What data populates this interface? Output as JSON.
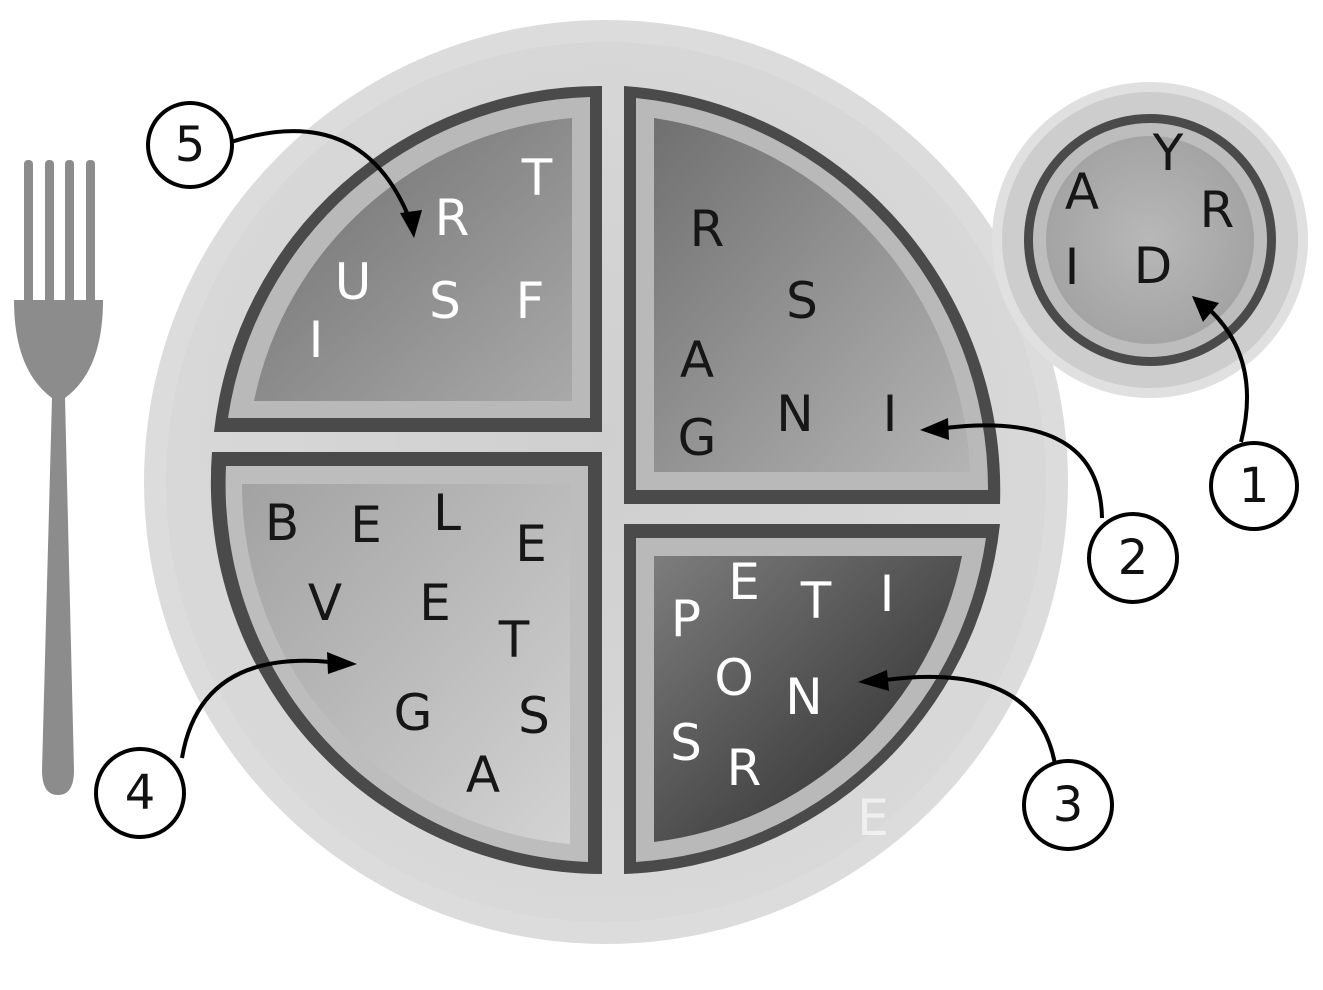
{
  "diagram": {
    "callouts": [
      {
        "id": 1,
        "label": "1"
      },
      {
        "id": 2,
        "label": "2"
      },
      {
        "id": 3,
        "label": "3"
      },
      {
        "id": 4,
        "label": "4"
      },
      {
        "id": 5,
        "label": "5"
      }
    ],
    "sections": {
      "dairy": {
        "letters": [
          "Y",
          "A",
          "R",
          "I",
          "D"
        ]
      },
      "grains": {
        "letters": [
          "R",
          "S",
          "A",
          "N",
          "I",
          "G"
        ]
      },
      "protein": {
        "letters": [
          "E",
          "P",
          "T",
          "I",
          "O",
          "N",
          "S",
          "R",
          "E"
        ]
      },
      "vegetables": {
        "letters": [
          "B",
          "E",
          "L",
          "E",
          "V",
          "E",
          "T",
          "G",
          "S",
          "A"
        ]
      },
      "fruits": {
        "letters": [
          "T",
          "R",
          "U",
          "S",
          "F",
          "I"
        ]
      }
    },
    "colors": {
      "plate_rim": "#d9d9d9",
      "plate_face": "#c6c6c6",
      "section_border": "#4a4a4a",
      "fork": "#8c8c8c"
    }
  }
}
